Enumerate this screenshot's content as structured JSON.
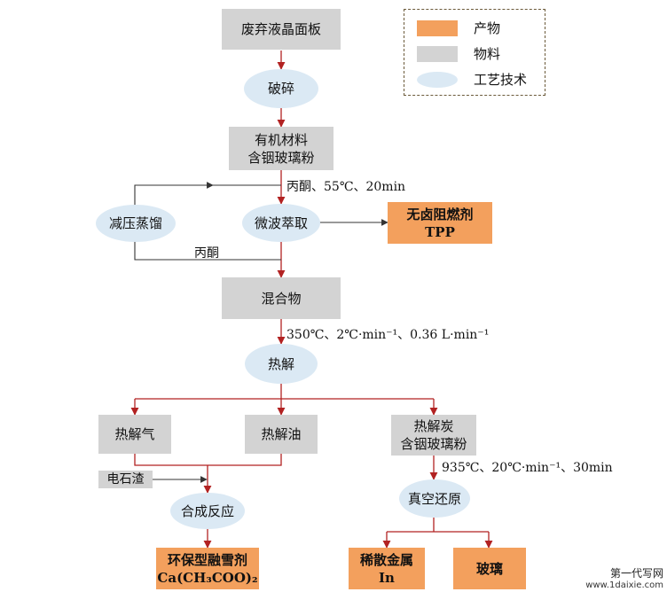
{
  "legend": {
    "product": "产物",
    "material": "物料",
    "process": "工艺技术",
    "product_color": "#f3a05d",
    "material_color": "#d3d3d3",
    "process_color": "#dbe9f4"
  },
  "nodes": {
    "waste_lcd": "废弃液晶面板",
    "crushing": "破碎",
    "organic_line1": "有机材料",
    "organic_line2": "含铟玻璃粉",
    "vacuum_distill": "减压蒸馏",
    "microwave_extract": "微波萃取",
    "tpp_line1": "无卤阻燃剂",
    "tpp_line2": "TPP",
    "mixture": "混合物",
    "pyrolysis": "热解",
    "pyro_gas": "热解气",
    "pyro_oil": "热解油",
    "char_line1": "热解炭",
    "char_line2": "含铟玻璃粉",
    "carbide_slag": "电石渣",
    "synthesis": "合成反应",
    "deicer_line1": "环保型融雪剂",
    "deicer_line2": "Ca(CH₃COO)₂",
    "vacuum_reduce": "真空还原",
    "indium_line1": "稀散金属",
    "indium_line2": "In",
    "glass": "玻璃"
  },
  "conditions": {
    "extraction": "丙酮、55℃、20min",
    "acetone_return": "丙酮",
    "pyrolysis": "350℃、2℃·min⁻¹、0.36 L·min⁻¹",
    "reduction": "935℃、20℃·min⁻¹、30min"
  },
  "watermark": {
    "line1": "第一代写网",
    "line2": "www.1daixie.com"
  },
  "colors": {
    "arrow": "#b22222",
    "line": "#333333"
  }
}
